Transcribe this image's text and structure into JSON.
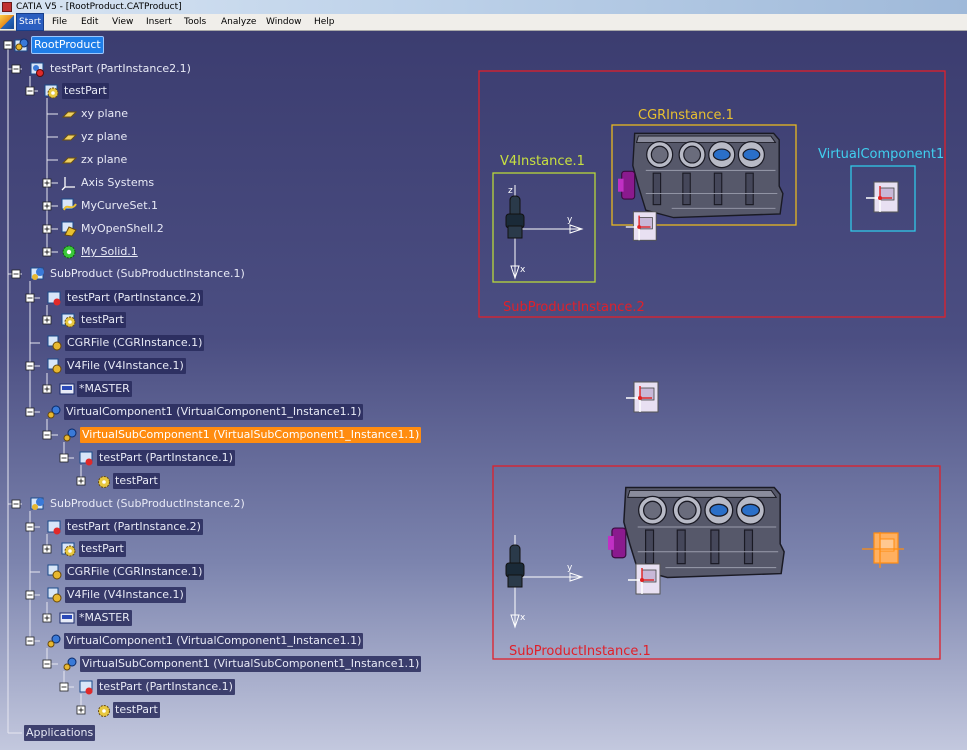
{
  "window": {
    "title": "CATIA V5 - [RootProduct.CATProduct]"
  },
  "menu": [
    "Start",
    "File",
    "Edit",
    "View",
    "Insert",
    "Tools",
    "Analyze",
    "Window",
    "Help"
  ],
  "tree": {
    "root": "RootProduct",
    "n1": "testPart (PartInstance2.1)",
    "n2": "testPart",
    "n3": "xy plane",
    "n4": "yz plane",
    "n5": "zx plane",
    "n6": "Axis Systems",
    "n7": "MyCurveSet.1",
    "n8": "MyOpenShell.2",
    "n9": "My Solid.1",
    "n10": "SubProduct (SubProductInstance.1)",
    "n11": "testPart (PartInstance.2)",
    "n12": "testPart",
    "n13": "CGRFile (CGRInstance.1)",
    "n14": "V4File (V4Instance.1)",
    "n15": "*MASTER",
    "n16": "VirtualComponent1 (VirtualComponent1_Instance1.1)",
    "n17": "VirtualSubComponent1 (VirtualSubComponent1_Instance1.1)",
    "n18": "testPart (PartInstance.1)",
    "n19": "testPart",
    "n20": "SubProduct (SubProductInstance.2)",
    "n21": "testPart (PartInstance.2)",
    "n22": "testPart",
    "n23": "CGRFile (CGRInstance.1)",
    "n24": "V4File (V4Instance.1)",
    "n25": "*MASTER",
    "n26": "VirtualComponent1 (VirtualComponent1_Instance1.1)",
    "n27": "VirtualSubComponent1 (VirtualSubComponent1_Instance1.1)",
    "n28": "testPart (PartInstance.1)",
    "n29": "testPart",
    "n30": "Applications"
  },
  "viewport": {
    "v4_label": "V4Instance.1",
    "cgr_label": "CGRInstance.1",
    "virtual_label": "VirtualComponent1",
    "sub2_label": "SubProductInstance.2",
    "sub1_label": "SubProductInstance.1",
    "axis_x": "x",
    "axis_y": "y",
    "axis_z": "z"
  },
  "colors": {
    "sub_box": "#e0202a",
    "cgr_box": "#e8b820",
    "v4_box": "#b8d83a",
    "virtual_box": "#30c8e8",
    "selected": "#1f7ee8",
    "highlight": "#ff8c10"
  }
}
